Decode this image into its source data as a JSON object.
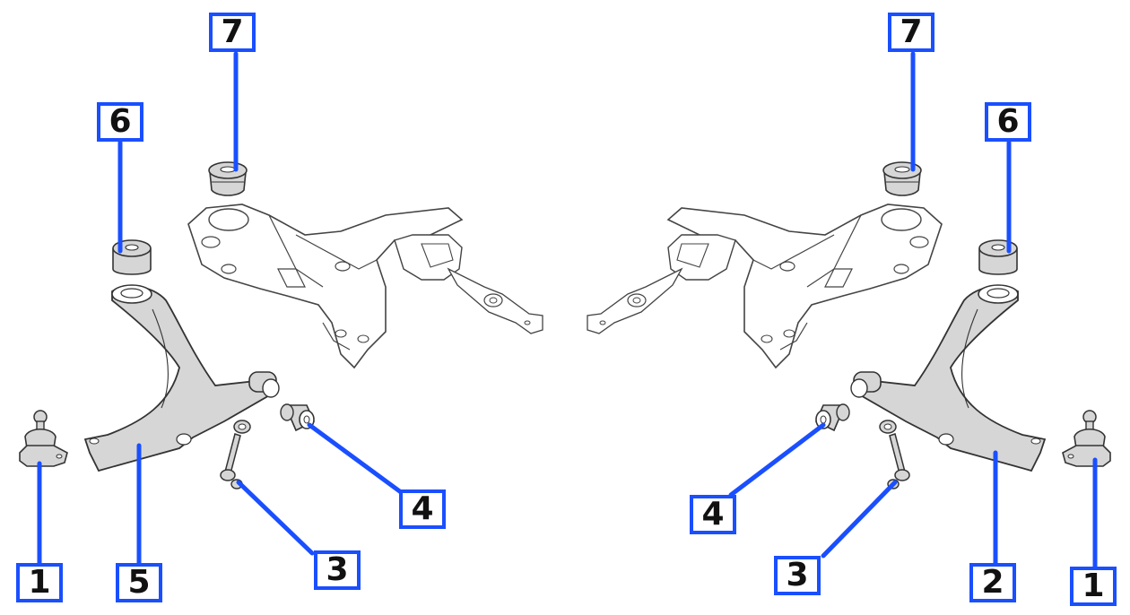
{
  "diagram": {
    "colors": {
      "leader": "#1a4fff",
      "part_fill": "#d6d6d6",
      "part_stroke": "#333333",
      "outline": "#444444"
    },
    "left_side": {
      "labels": {
        "ball_joint": "1",
        "control_arm": "5",
        "stabilizer_link": "3",
        "bushing_rear": "4",
        "bushing_front": "6",
        "subframe_mount": "7"
      }
    },
    "right_side": {
      "labels": {
        "ball_joint": "1",
        "control_arm": "2",
        "stabilizer_link": "3",
        "bushing_rear": "4",
        "bushing_front": "6",
        "subframe_mount": "7"
      }
    }
  }
}
